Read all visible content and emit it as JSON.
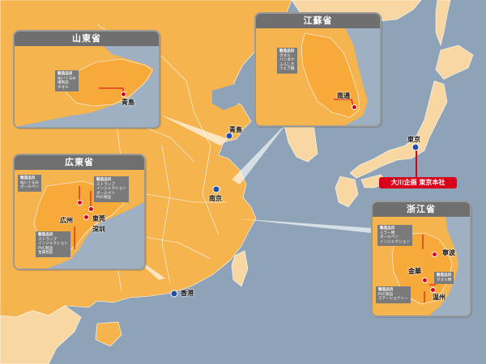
{
  "colors": {
    "land": "#f5b44e",
    "foreign_land": "#f8d7a2",
    "water": "#8ea3b7",
    "highlight": "#f7a93a",
    "hq_red": "#d9001b",
    "city_dot": "#2250a8",
    "panel_title_bg": "#6f6f6f"
  },
  "main_map": {
    "cities": [
      {
        "id": "qingdao",
        "label": "青島"
      },
      {
        "id": "nanjing",
        "label": "南京"
      },
      {
        "id": "tokyo",
        "label": "東京"
      },
      {
        "id": "hongkong",
        "label": "香港"
      }
    ],
    "hq_label": "大川企画 東京本社"
  },
  "insets": {
    "shandong": {
      "title": "山東省",
      "city": "青島",
      "info": [
        "製造品目",
        "ぬいぐるみ",
        "繊製品",
        "タオル"
      ]
    },
    "jiangsu": {
      "title": "江蘇省",
      "city": "南通",
      "info": [
        "製造品目",
        "タオル",
        "バンダナ",
        "ふろしき",
        "ウェア類"
      ]
    },
    "guangdong": {
      "title": "広東省",
      "cities": [
        "広州",
        "東莞",
        "深圳"
      ],
      "info_a": [
        "製造品目",
        "ぬいぐるみ",
        "ボールペン"
      ],
      "info_b": [
        "製造品目",
        "ストラップ",
        "インジェクション",
        "ボールペン",
        "PVC製品"
      ],
      "info_c": [
        "製造品目",
        "ストラップ",
        "インジェクション",
        "PVC製品",
        "金属製品"
      ]
    },
    "zhejiang": {
      "title": "浙江省",
      "cities": [
        "寧波",
        "金華",
        "温州"
      ],
      "info_a": [
        "製造品目",
        "ミラー類",
        "ボールペン",
        "インジェクション"
      ],
      "info_b": [
        "製造品目",
        "タオル類"
      ],
      "info_c": [
        "製造品目",
        "PVC製品",
        "ステーショナリー"
      ]
    }
  }
}
